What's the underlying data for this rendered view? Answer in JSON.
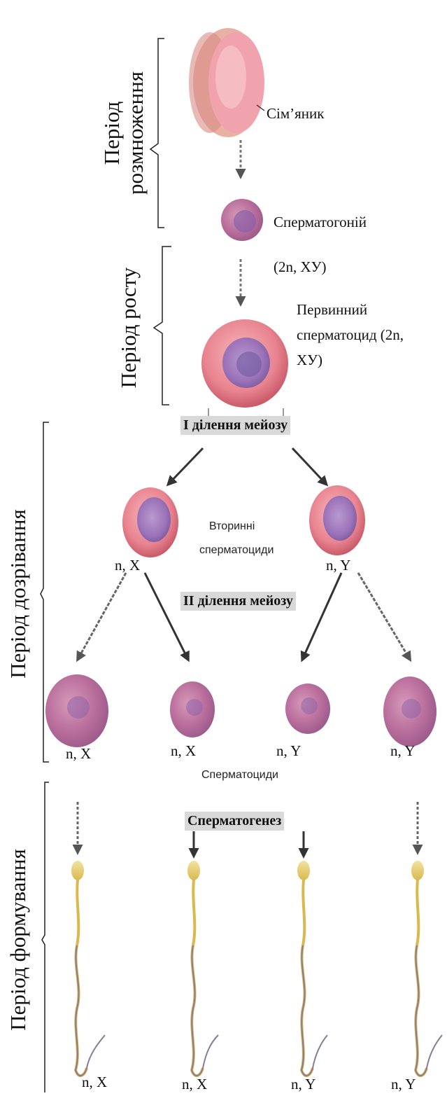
{
  "periods": {
    "reproduction_line1": "Період",
    "reproduction_line2": "розмноження",
    "growth": "Період  росту",
    "maturation": "Період  дозрівання",
    "formation": "Період  формування"
  },
  "labels": {
    "testis": "Сім’яник",
    "spermatogonium": "Сперматогоній",
    "spermatogonium_ploidy": "(2n, ХУ)",
    "primary_line1": "Первинний",
    "primary_line2": "сперматоцид (2n,",
    "primary_line3": "ХУ)",
    "meiosis1": "І ділення мейозу",
    "secondary_line1": "Вторинні",
    "secondary_line2": "сперматоциди",
    "secondary_left": "n, X",
    "secondary_right": "n, Y",
    "meiosis2": "ІІ ділення мейозу",
    "spermatids": [
      "n, X",
      "n, X",
      "n, Y",
      "n, Y"
    ],
    "spermatids_caption": "Сперматоциди",
    "spermatogenesis": "Сперматогенез",
    "sperm": [
      "n, X",
      "n, X",
      "n, Y",
      "n, Y"
    ]
  },
  "colors": {
    "cell_outer": "#e8838f",
    "cell_inner": "#9b72b8",
    "nucleus_dark": "#6e5aa0",
    "sperm_head": "#e9cf73",
    "sperm_tail": "#8a7a95",
    "label_box": "#d9d9d9"
  }
}
